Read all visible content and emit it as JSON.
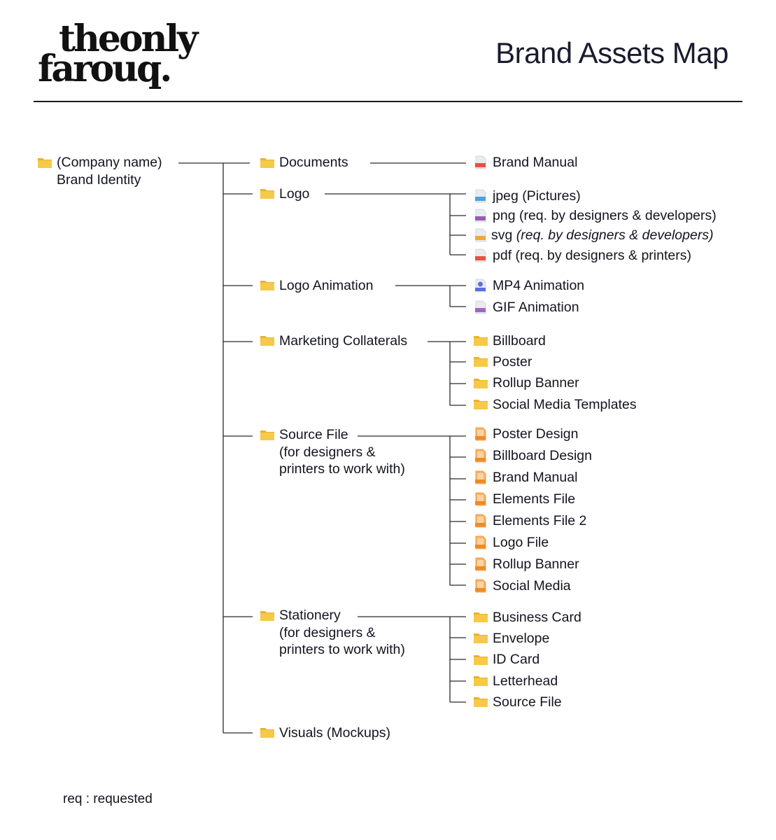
{
  "brand": {
    "line1": "theonly",
    "line2": "farouq."
  },
  "header": {
    "title": "Brand Assets Map"
  },
  "root": {
    "line1": "(Company name)",
    "line2": "Brand Identity",
    "icon": "folder-icon"
  },
  "categories": {
    "documents": {
      "label": "Documents",
      "icon": "folder-icon"
    },
    "logo": {
      "label": "Logo",
      "icon": "folder-icon"
    },
    "logo_animation": {
      "label": "Logo Animation",
      "icon": "folder-icon"
    },
    "marketing": {
      "label": "Marketing Collaterals",
      "icon": "folder-icon"
    },
    "source_file": {
      "line1": "Source File",
      "line2": "(for designers &",
      "line3": "printers to work with)",
      "icon": "folder-icon"
    },
    "stationery": {
      "line1": "Stationery",
      "line2": "(for designers &",
      "line3": "printers to work with)",
      "icon": "folder-icon"
    },
    "visuals": {
      "label": "Visuals (Mockups)",
      "icon": "folder-icon"
    }
  },
  "documents_items": [
    {
      "label": "Brand Manual",
      "icon": "pdf-file-icon"
    }
  ],
  "logo_items": [
    {
      "label": "jpeg (Pictures)",
      "icon": "jpg-file-icon"
    },
    {
      "label": "png (req. by designers & developers)",
      "icon": "png-file-icon"
    },
    {
      "prefix": "svg ",
      "label": "(req. by designers & developers)",
      "icon": "svg-file-icon"
    },
    {
      "label": "pdf (req. by designers & printers)",
      "icon": "pdf-file-icon"
    }
  ],
  "animation_items": [
    {
      "label": "MP4 Animation",
      "icon": "mp4-file-icon"
    },
    {
      "label": "GIF Animation",
      "icon": "gif-file-icon"
    }
  ],
  "marketing_items": [
    {
      "label": "Billboard",
      "icon": "folder-icon"
    },
    {
      "label": "Poster",
      "icon": "folder-icon"
    },
    {
      "label": "Rollup Banner",
      "icon": "folder-icon"
    },
    {
      "label": "Social Media Templates",
      "icon": "folder-icon"
    }
  ],
  "source_items": [
    {
      "label": "Poster Design",
      "icon": "ai-file-icon"
    },
    {
      "label": "Billboard Design",
      "icon": "ai-file-icon"
    },
    {
      "label": "Brand Manual",
      "icon": "ai-file-icon"
    },
    {
      "label": "Elements File",
      "icon": "ai-file-icon"
    },
    {
      "label": "Elements File 2",
      "icon": "ai-file-icon"
    },
    {
      "label": "Logo File",
      "icon": "ai-file-icon"
    },
    {
      "label": "Rollup Banner",
      "icon": "ai-file-icon"
    },
    {
      "label": "Social Media",
      "icon": "ai-file-icon"
    }
  ],
  "stationery_items": [
    {
      "label": "Business Card",
      "icon": "folder-icon"
    },
    {
      "label": "Envelope",
      "icon": "folder-icon"
    },
    {
      "label": "ID Card",
      "icon": "folder-icon"
    },
    {
      "label": "Letterhead",
      "icon": "folder-icon"
    },
    {
      "label": "Source File",
      "icon": "folder-icon"
    }
  ],
  "footnote": "req : requested",
  "colors": {
    "folder": "#f7c948",
    "folder_tab": "#e8b230",
    "pdf": "#e5533d",
    "jpg": "#4aa3df",
    "png": "#9b59b6",
    "svg": "#f0a830",
    "mp4": "#5b6ee1",
    "gif": "#a066c4",
    "ai": "#f08a24"
  }
}
